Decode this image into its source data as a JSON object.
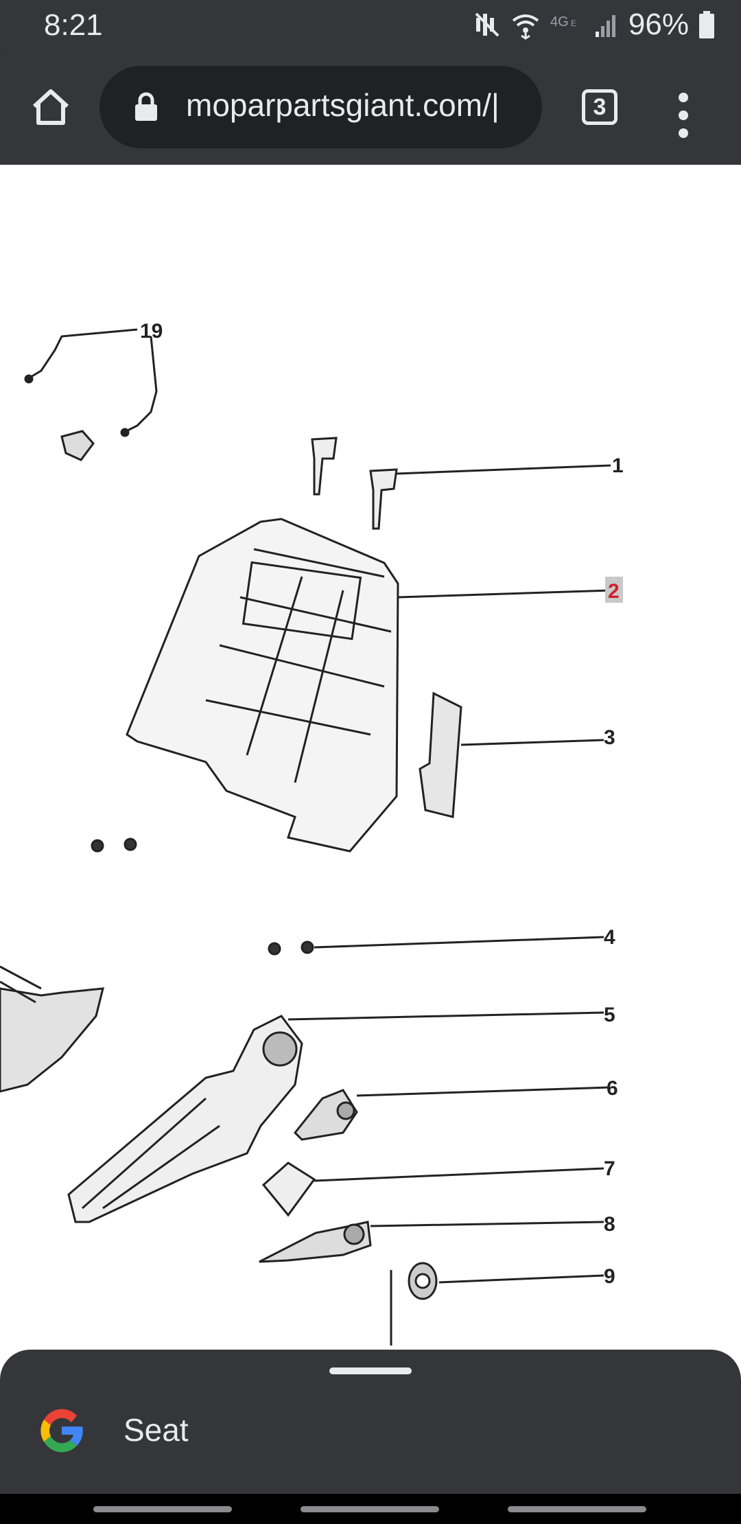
{
  "status_bar": {
    "time": "8:21",
    "battery": "96%",
    "icons": [
      "mute-icon",
      "wifi-icon",
      "lte-icon",
      "signal-icon",
      "battery-icon"
    ]
  },
  "toolbar": {
    "url": "moparpartsgiant.com/|",
    "tab_count": "3"
  },
  "diagram": {
    "callouts": [
      "19",
      "1",
      "2",
      "3",
      "4",
      "5",
      "6",
      "7",
      "8",
      "9"
    ],
    "highlighted_callout": "2",
    "highlight_color": "#c8c8c8",
    "highlight_text_color": "#d0202a"
  },
  "bottom_sheet": {
    "query": "Seat"
  },
  "colors": {
    "chrome": "#35363a",
    "omnibox": "#202124",
    "text": "#e8eaed"
  }
}
